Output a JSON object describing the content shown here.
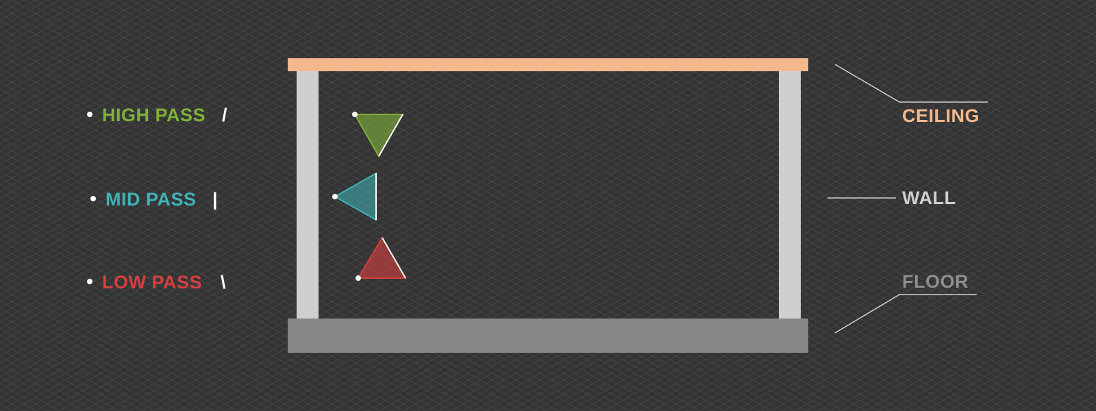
{
  "passes": [
    {
      "label": "HIGH PASS",
      "symbol": "/",
      "color": "#7fb03a"
    },
    {
      "label": "MID PASS",
      "symbol": "|",
      "color": "#3fb4b8"
    },
    {
      "label": "LOW PASS",
      "symbol": "\\",
      "color": "#d5403f"
    }
  ],
  "structure": {
    "ceiling": {
      "label": "CEILING",
      "color": "#f4b88d"
    },
    "wall": {
      "label": "WALL",
      "color": "#cfcfcf"
    },
    "floor": {
      "label": "FLOOR",
      "color": "#8e8e8e"
    }
  },
  "colors": {
    "background": "#343434",
    "grid": "#464646",
    "leader_lines": "#d0d0d0"
  }
}
